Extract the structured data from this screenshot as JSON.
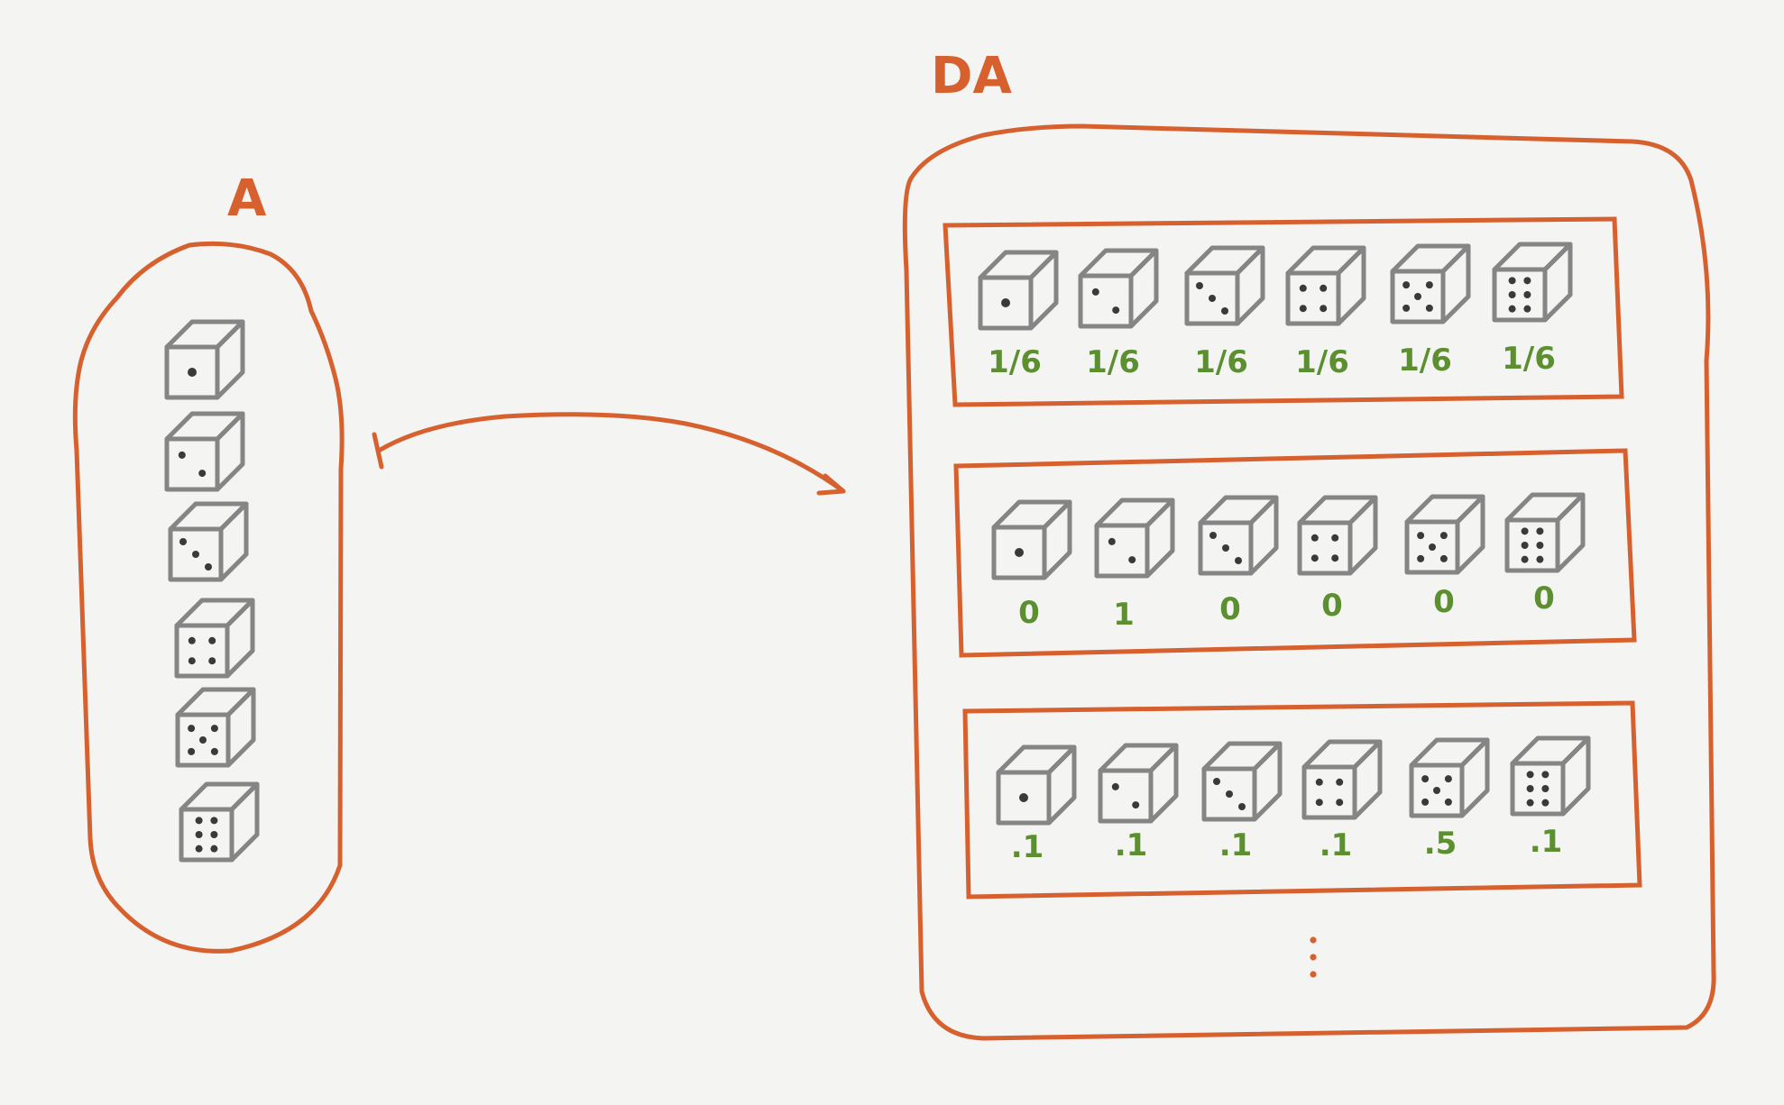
{
  "colors": {
    "outline": "#d6612f",
    "die": "#858585",
    "pip": "#3a3a3a",
    "probability": "#5b8f2f",
    "background": "#f4f4f2"
  },
  "set_a": {
    "label": "A",
    "die_faces": [
      1,
      2,
      3,
      4,
      5,
      6
    ]
  },
  "set_da": {
    "label": "DA",
    "distributions": [
      {
        "die_faces": [
          1,
          2,
          3,
          4,
          5,
          6
        ],
        "probabilities": [
          "1/6",
          "1/6",
          "1/6",
          "1/6",
          "1/6",
          "1/6"
        ]
      },
      {
        "die_faces": [
          1,
          2,
          3,
          4,
          5,
          6
        ],
        "probabilities": [
          "0",
          "1",
          "0",
          "0",
          "0",
          "0"
        ]
      },
      {
        "die_faces": [
          1,
          2,
          3,
          4,
          5,
          6
        ],
        "probabilities": [
          ".1",
          ".1",
          ".1",
          ".1",
          ".5",
          ".1"
        ]
      }
    ],
    "continuation": "⋮"
  },
  "mapping_arrow": {
    "from": "A",
    "to": "DA",
    "icon": "maps-to-arrow-icon"
  }
}
